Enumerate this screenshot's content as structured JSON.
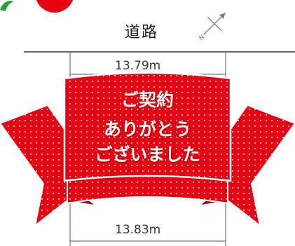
{
  "plan": {
    "road_label": "道路",
    "frontage_top": "13.79m",
    "frontage_bottom": "13.83m",
    "compass": "north-arrow-icon"
  },
  "banner": {
    "line1": "ご契約",
    "line2": "ありがとう",
    "line3": "ございました"
  },
  "colors": {
    "ribbon": "#e60012",
    "ribbon_shadow": "#a8000d",
    "dots": "#ffffff",
    "corner_badge": "#e60012",
    "corner_leaf": "#2e9c3a"
  }
}
